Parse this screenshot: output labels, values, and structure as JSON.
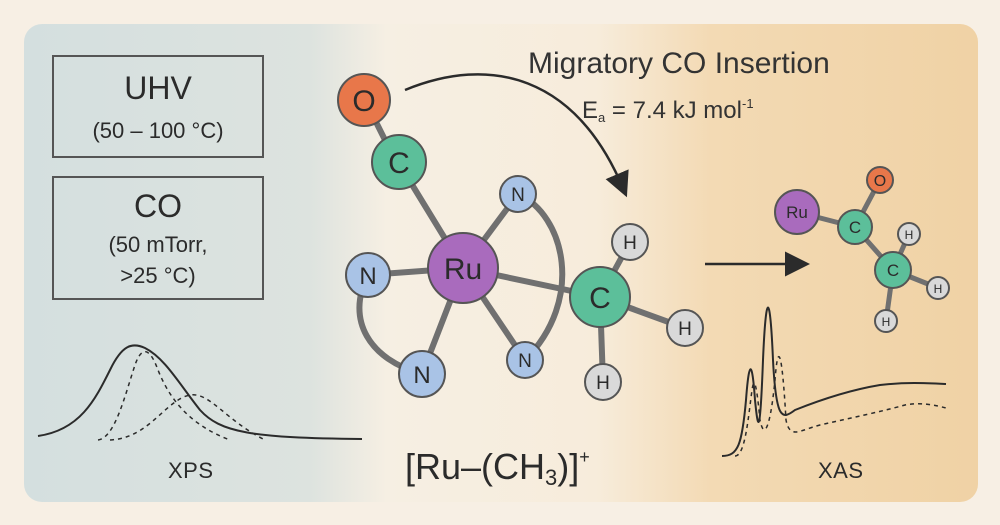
{
  "condition_boxes": [
    {
      "line1": "UHV",
      "line2": "(50 – 100 °C)"
    },
    {
      "line1": "CO",
      "line2": "(50 mTorr,",
      "line3": ">25  °C)"
    }
  ],
  "reaction": {
    "title": "Migratory CO Insertion",
    "ea_symbol": "E",
    "ea_subscript": "a",
    "ea_value": "= 7.4 kJ mol",
    "ea_exponent": "-1"
  },
  "complex_formula": {
    "prefix": "[Ru–(CH",
    "sub": "3",
    "suffix": ")]",
    "charge": "+"
  },
  "spectra": {
    "left_label": "XPS",
    "right_label": "XAS"
  },
  "atoms": {
    "O": "O",
    "C": "C",
    "Ru": "Ru",
    "N": "N",
    "H": "H"
  },
  "colors": {
    "oxygen": "#e8774a",
    "carbon": "#5cbf9a",
    "ruthenium": "#a96bbd",
    "nitrogen": "#a9c3e6",
    "hydrogen": "#d9d9d9",
    "left_panel": "#d7e1e0",
    "right_panel": "#f2d7ae"
  }
}
